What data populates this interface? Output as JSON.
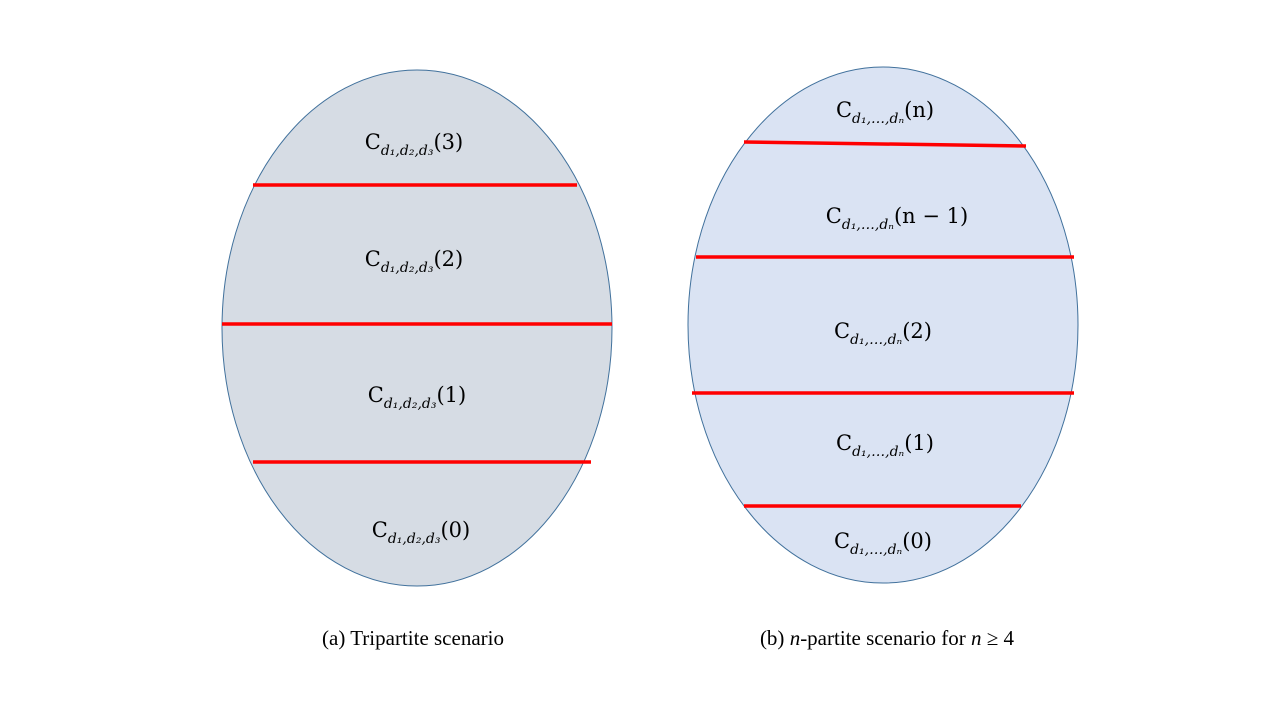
{
  "panels": [
    {
      "id": "a",
      "caption_prefix": "(a) ",
      "caption_text": "Tripartite scenario",
      "subscript": "d₁,d₂,d₃",
      "regions": [
        "(3)",
        "(2)",
        "(1)",
        "(0)"
      ],
      "fill": "#d6dce4"
    },
    {
      "id": "b",
      "caption_prefix": "(b) ",
      "caption_var": "n",
      "caption_text": "-partite scenario for ",
      "caption_cond_var": "n",
      "caption_cond": " ≥ 4",
      "subscript": "d₁,…,dₙ",
      "regions": [
        "(n)",
        "(n − 1)",
        "(2)",
        "(1)",
        "(0)"
      ],
      "fill": "#dae3f3"
    }
  ],
  "symbol": "C",
  "colors": {
    "outline": "#41719c",
    "divider": "#ff0000"
  }
}
